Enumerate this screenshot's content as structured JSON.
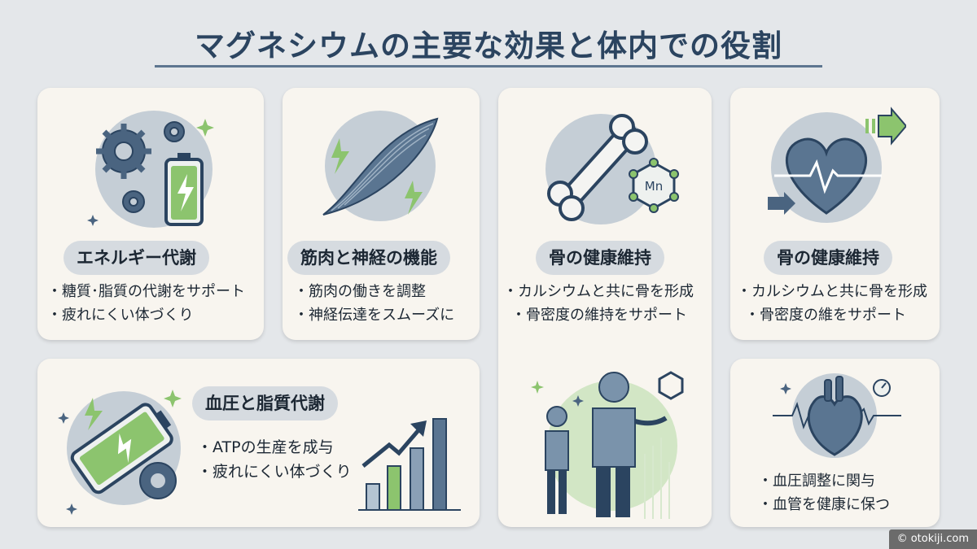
{
  "title": "マグネシウムの主要な効果と体内での役割",
  "cards": [
    {
      "heading": "エネルギー代謝",
      "bullets": [
        "糖質･脂質の代謝をサポート",
        "疲れにくい体づくり"
      ]
    },
    {
      "heading": "筋肉と神経の機能",
      "bullets": [
        "筋肉の働きを調整",
        "神経伝達をスムーズに"
      ]
    },
    {
      "heading": "骨の健康維持",
      "bullets": [
        "カルシウムと共に骨を形成",
        "骨密度の維持をサポート"
      ]
    },
    {
      "heading": "骨の健康維持",
      "bullets": [
        "カルシウムと共に骨を形成",
        "骨密度の維をサポート"
      ]
    },
    {
      "heading": "血圧と脂質代謝",
      "bullets": [
        "ATPの生産を成与",
        "疲れにくい体づくり"
      ]
    },
    {
      "heading": "",
      "bullets": [
        "血圧調整に関与",
        "血管を健康に保つ"
      ]
    }
  ],
  "hex_label": "Mn",
  "watermark": "© otokiji.com",
  "colors": {
    "navy": "#2b4460",
    "slate": "#4a6480",
    "green": "#8cc46e",
    "circle": "#c5ced6"
  },
  "icons": [
    "gears-icon",
    "battery-icon",
    "muscle-icon",
    "bone-icon",
    "hexagon-molecule-icon",
    "heart-pulse-icon",
    "battery-gear-icon",
    "bar-chart-arrow-icon",
    "people-icon",
    "anatomical-heart-icon"
  ]
}
